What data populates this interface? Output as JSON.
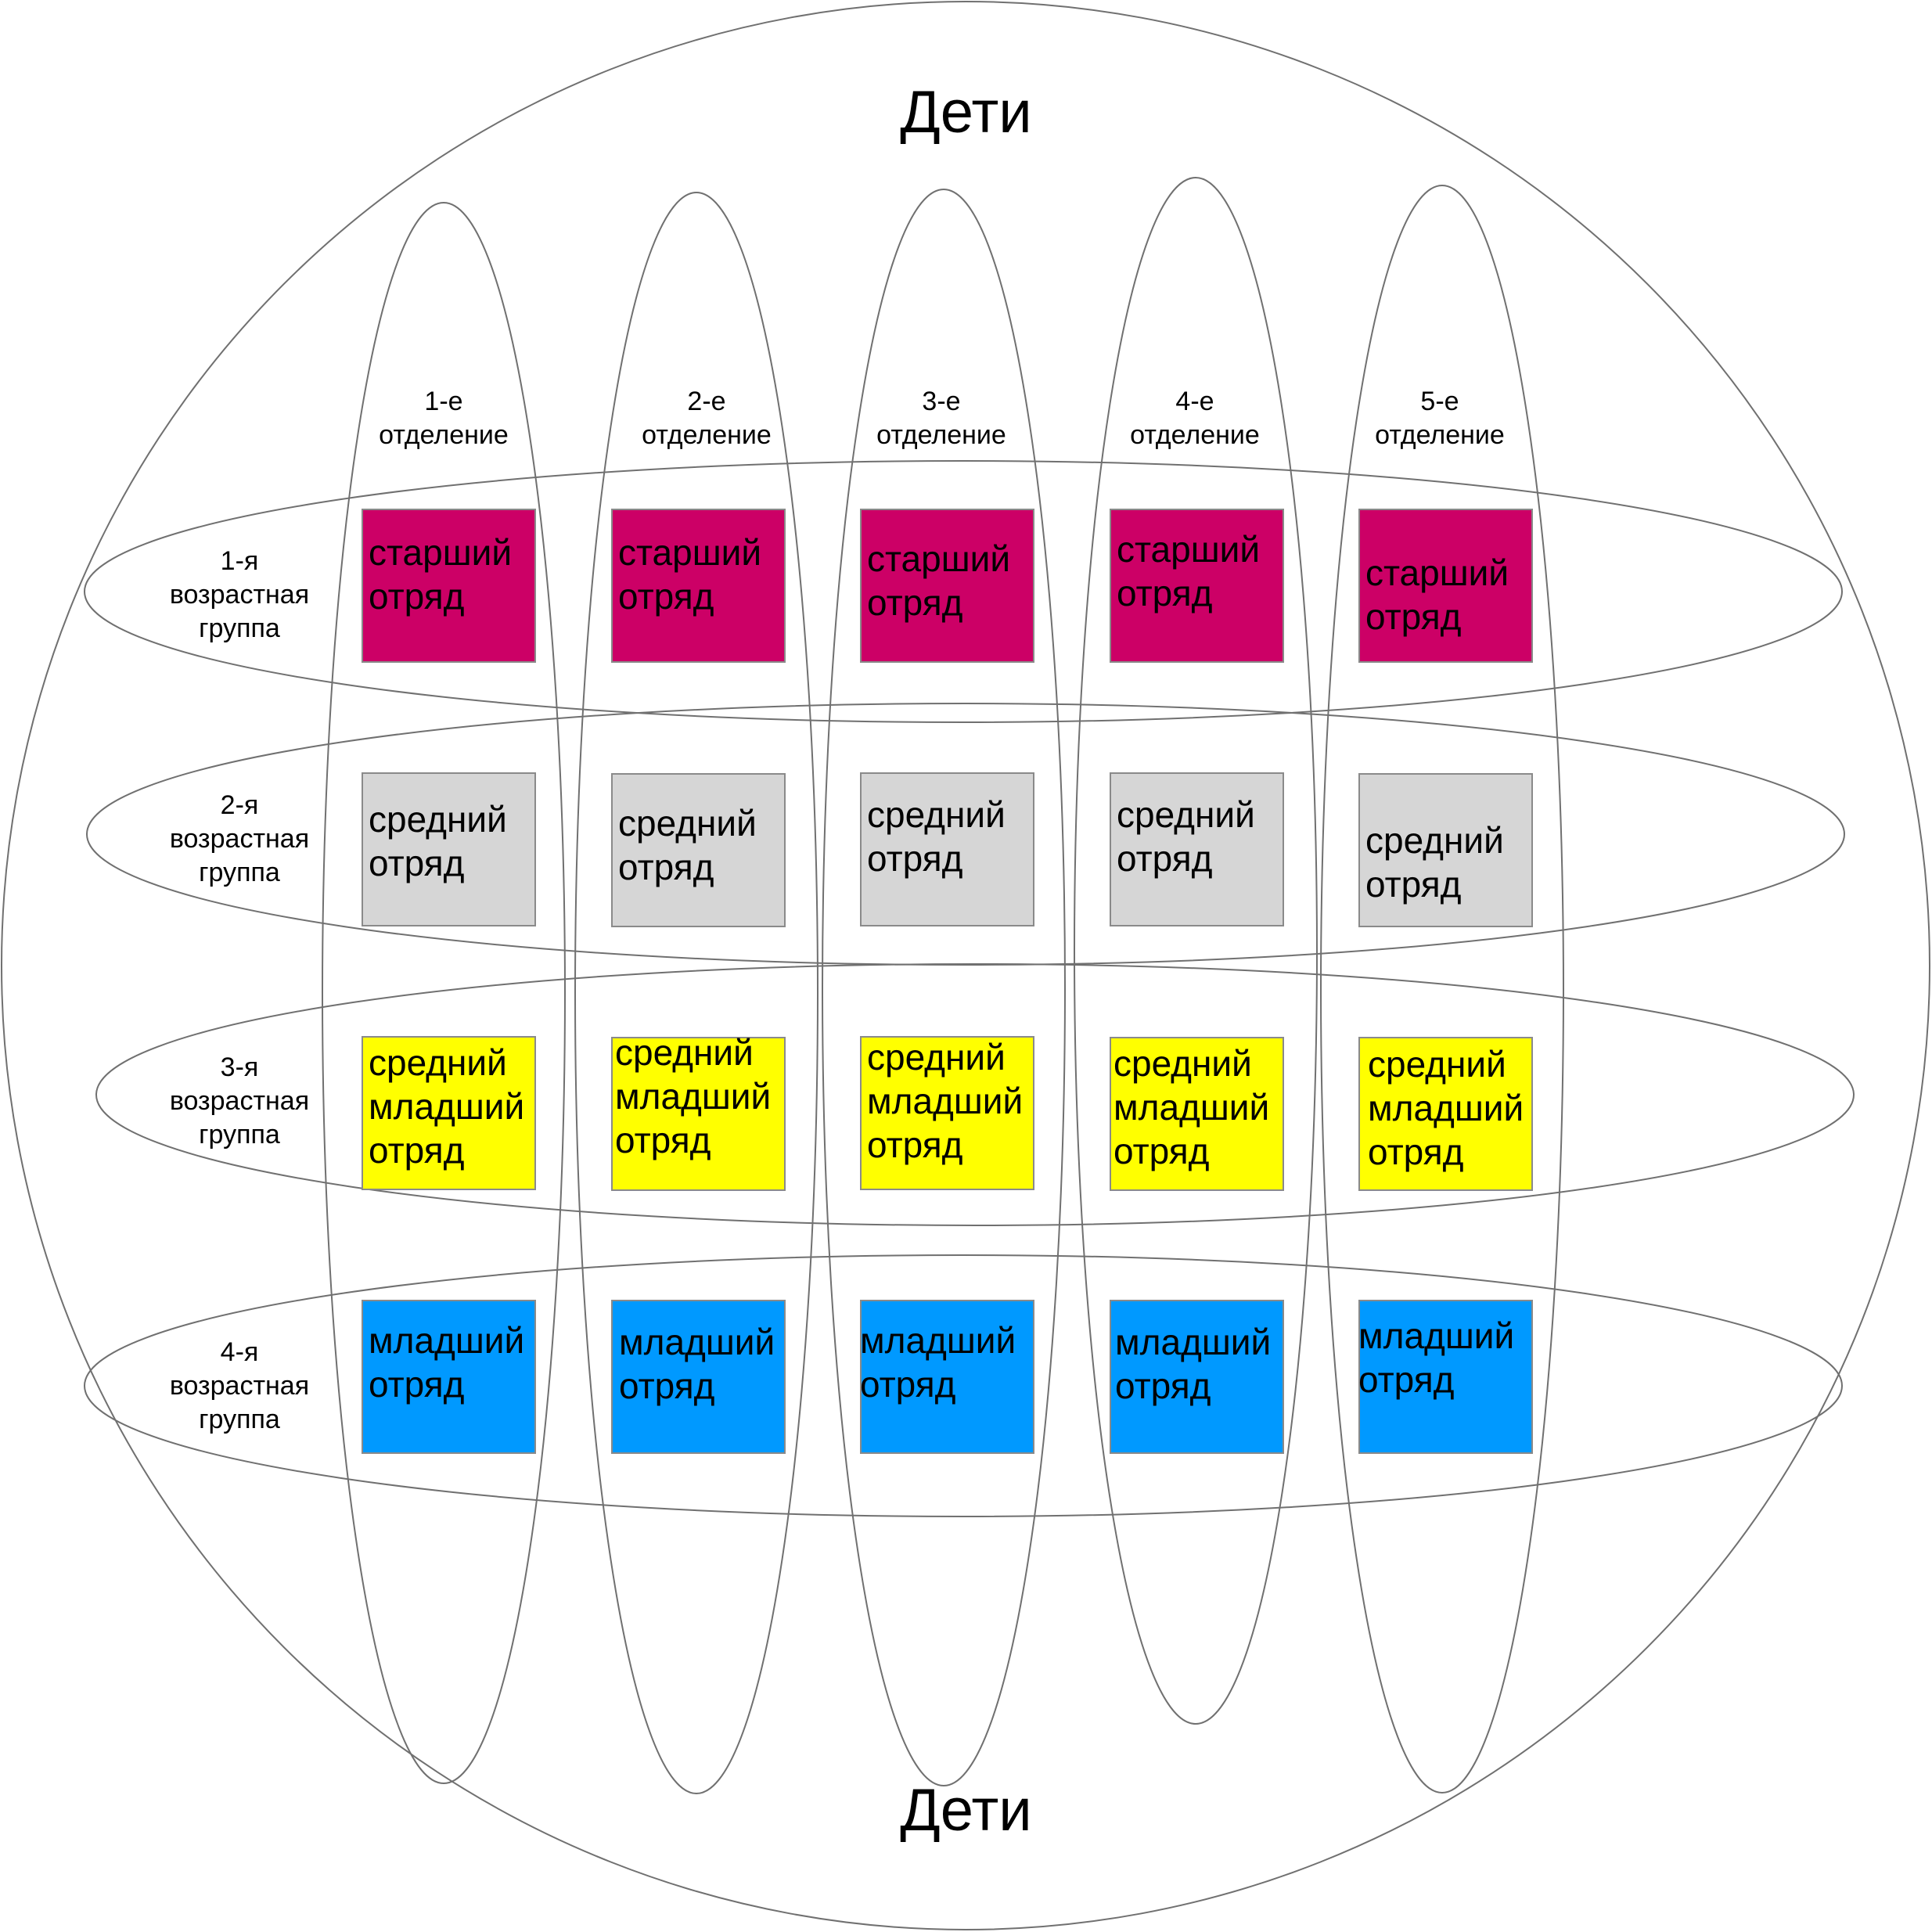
{
  "title_top": "Дети",
  "title_bottom": "Дети",
  "columns": [
    {
      "label": "1-е\nотделение"
    },
    {
      "label": "2-е\nотделение"
    },
    {
      "label": "3-е\nотделение"
    },
    {
      "label": "4-е\nотделение"
    },
    {
      "label": "5-е\nотделение"
    }
  ],
  "rows": [
    {
      "label": "1-я\nвозрастная\nгруппа",
      "cell_text": "старший\nотряд",
      "cell_color": "#cc0066"
    },
    {
      "label": "2-я\nвозрастная\nгруппа",
      "cell_text": "средний\nотряд",
      "cell_color": "#d6d6d6"
    },
    {
      "label": "3-я\nвозрастная\nгруппа",
      "cell_text": "средний\nмладший\nотряд",
      "cell_color": "#ffff00"
    },
    {
      "label": "4-я\nвозрастная\nгруппа",
      "cell_text": "младший\nотряд",
      "cell_color": "#0099ff"
    }
  ],
  "colors": {
    "outline": "#707070",
    "cell_border": "#8a8a8a"
  }
}
